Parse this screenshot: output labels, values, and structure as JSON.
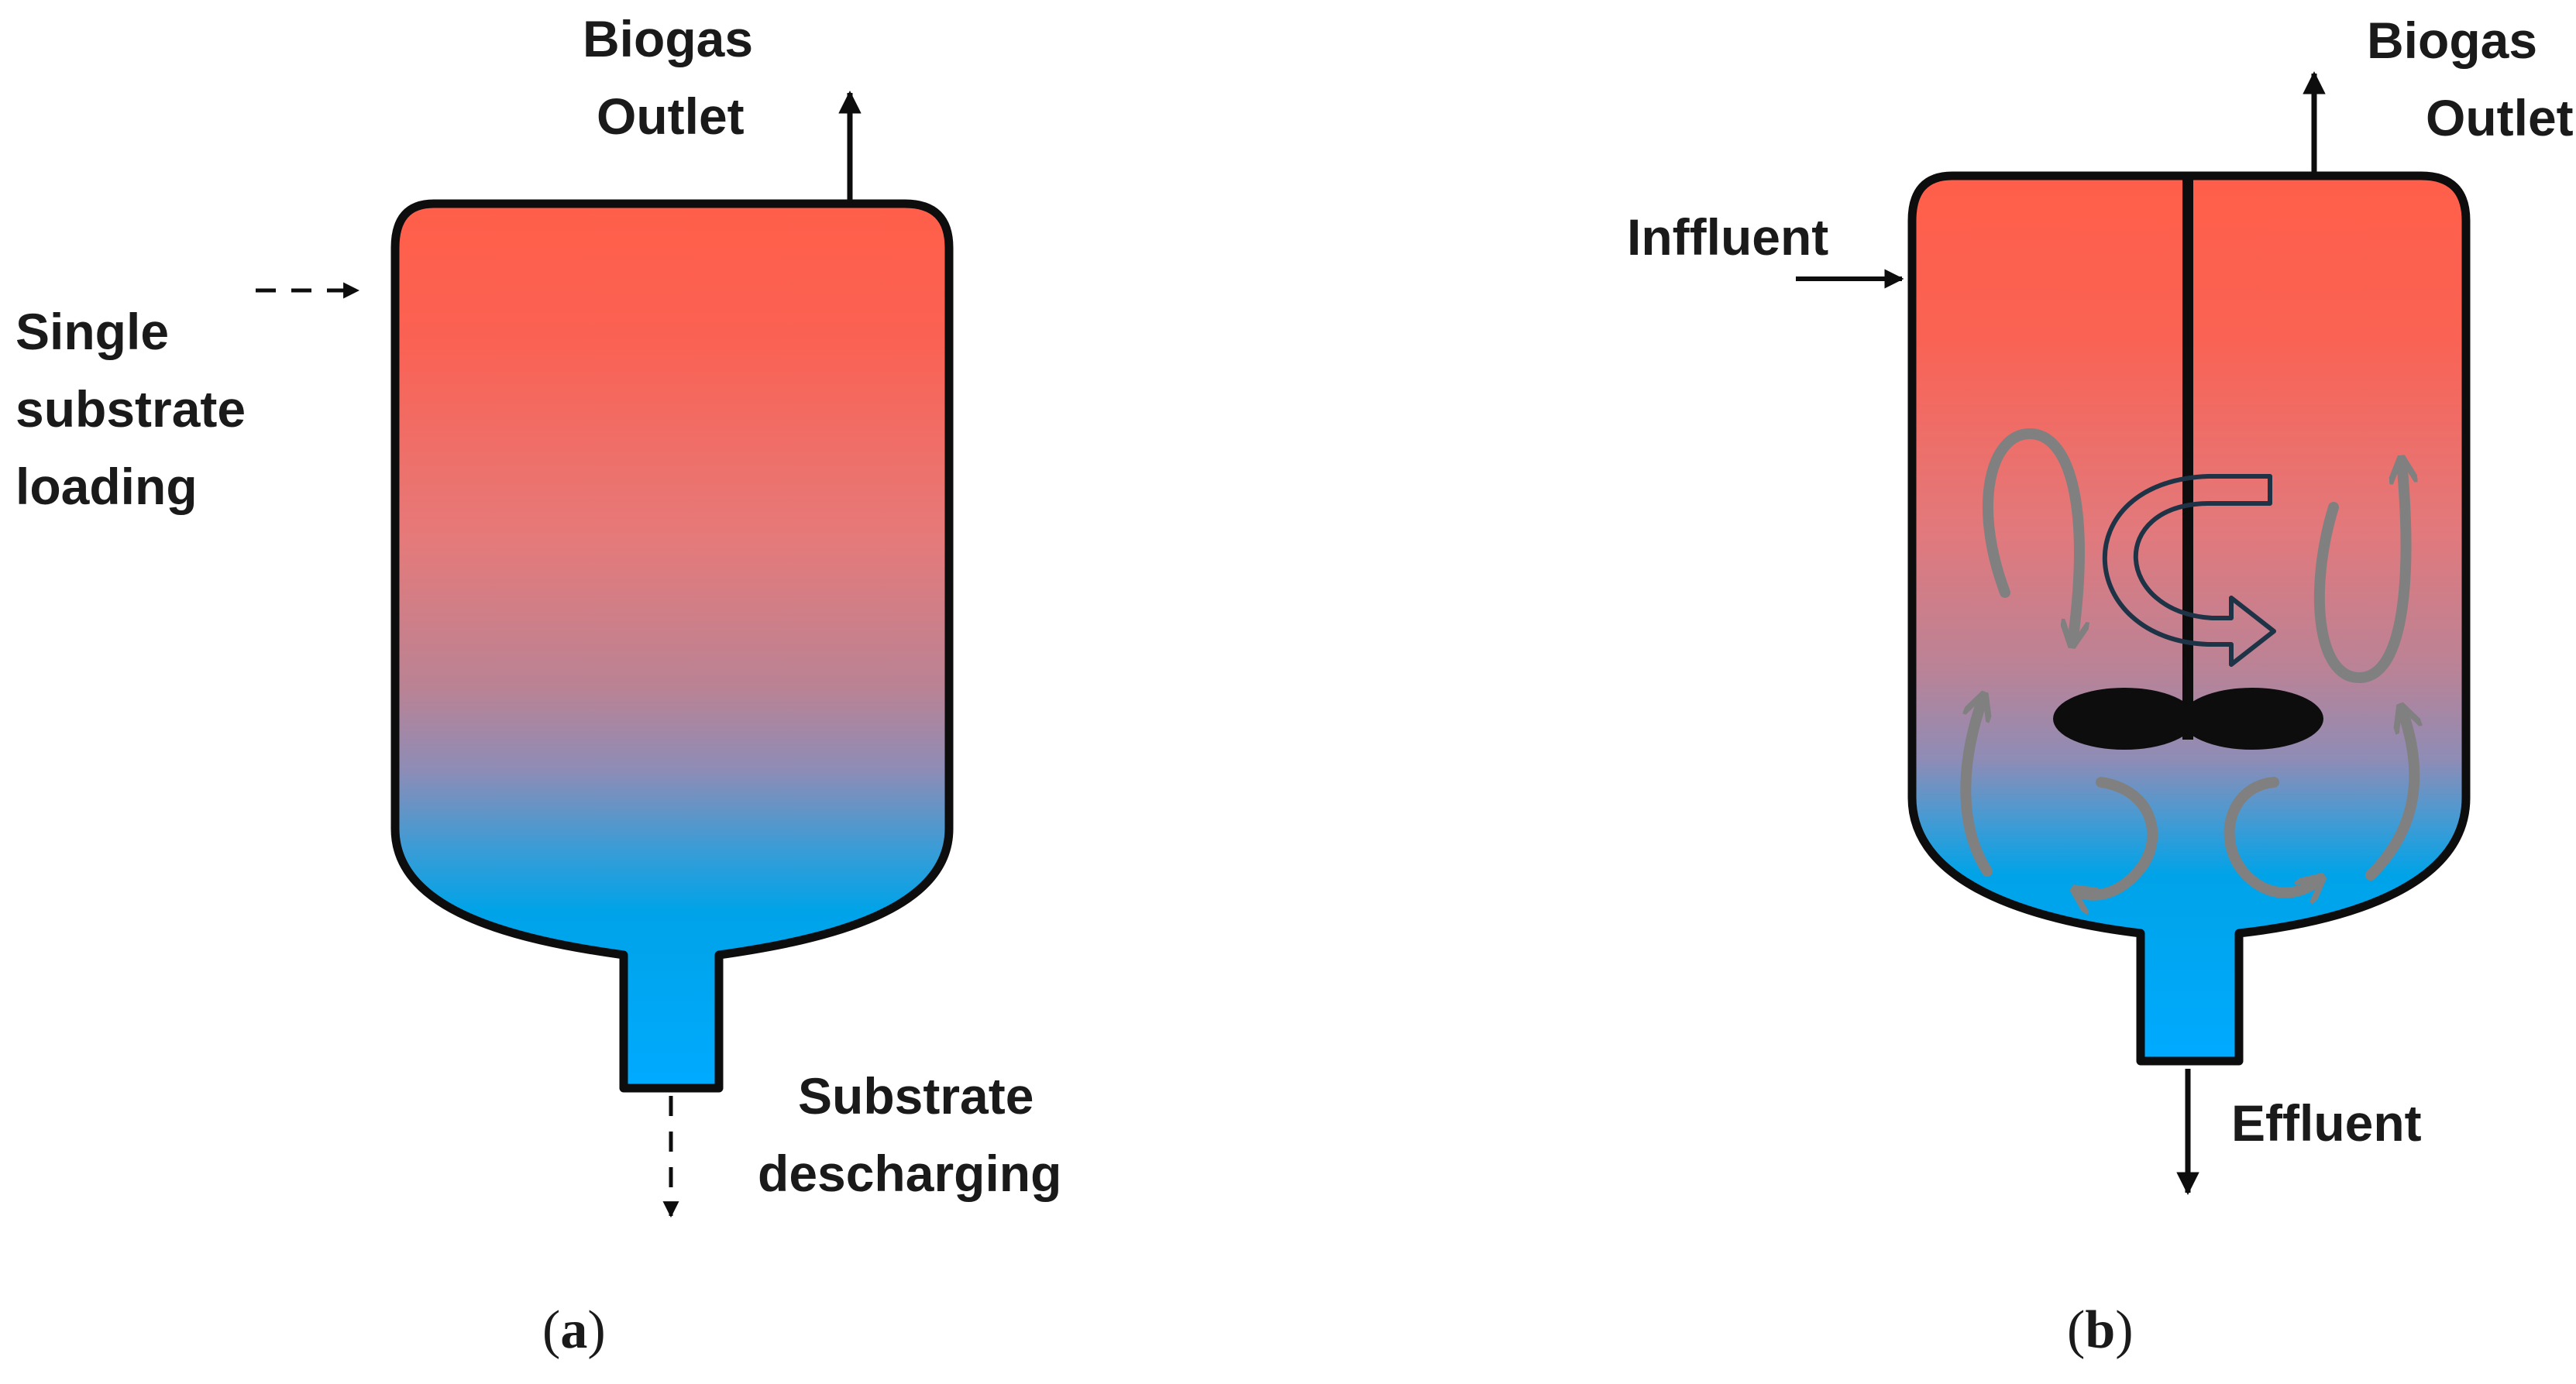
{
  "panel_a": {
    "biogas_line1": "Biogas",
    "biogas_line2": "Outlet",
    "loading_line1": "Single",
    "loading_line2": "substrate",
    "loading_line3": "loading",
    "discharge_line1": "Substrate",
    "discharge_line2": "descharging",
    "caption_open": "(",
    "caption_letter": "a",
    "caption_close": ")"
  },
  "panel_b": {
    "biogas_line1": "Biogas",
    "biogas_line2": "Outlet",
    "influent": "Inffluent",
    "effluent": "Effluent",
    "caption_open": "(",
    "caption_letter": "b",
    "caption_close": ")"
  },
  "colors": {
    "top": "#ff5f4a",
    "middle": "#e07a7c",
    "lower": "#8c8cb4",
    "bottom": "#00aaff",
    "outline": "#0d0d0d",
    "flow_arrows": "#808080",
    "stirring_arrow": "#1f3347"
  }
}
